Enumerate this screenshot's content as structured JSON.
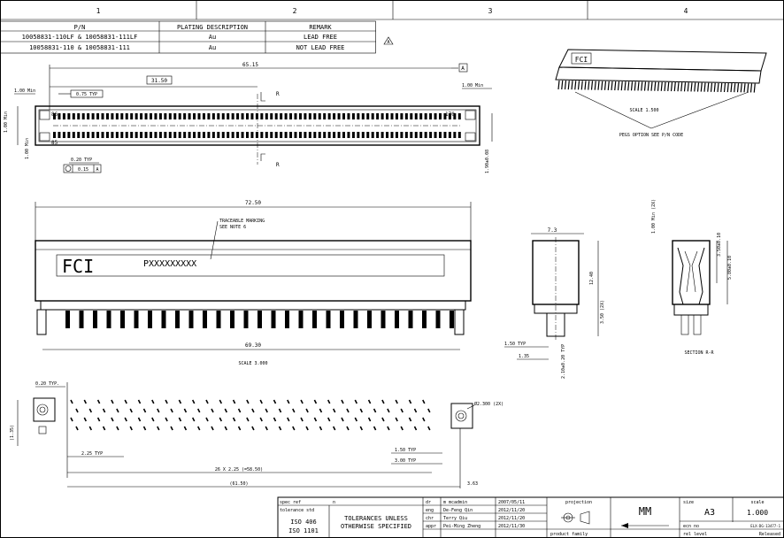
{
  "zones": [
    "1",
    "2",
    "3",
    "4"
  ],
  "pn_table": {
    "headers": [
      "P/N",
      "PLATING DESCRIPTION",
      "REMARK"
    ],
    "rows": [
      [
        "10058831-110LF & 10058831-111LF",
        "Au",
        "LEAD FREE"
      ],
      [
        "10058831-110 & 10058831-111",
        "Au",
        "NOT LEAD FREE"
      ]
    ],
    "revision_mark": "A"
  },
  "top_view": {
    "dim_overall": "65.15",
    "dim_center": "31.50",
    "dim_min_left": "1.00 Min",
    "dim_min_right": "1.00 Min",
    "dim_typ": "0.75 TYP",
    "callout_a": "A",
    "pin_86": "86",
    "pin_85": "85",
    "pin_170": "170",
    "dim_left_v1": "1.00 Min",
    "dim_left_v2": "1.00 Min",
    "dim_020": "0.20 TYP",
    "tolerance_frame": "0.15",
    "tolerance_ref": "A",
    "section_r1": "R",
    "section_r2": "R",
    "dim_right_v": "1.90±0.08"
  },
  "iso_view": {
    "scale": "SCALE  1.500",
    "note": "PEGS OPTION SEE P/N CODE",
    "logo": "FCI"
  },
  "front_view": {
    "dim_top": "72.50",
    "marking_note_1": "TRACEABLE MARKING",
    "marking_note_2": "SEE NOTE 6",
    "logo": "FCI",
    "marking_text": "PXXXXXXXXX",
    "dim_bottom": "69.30",
    "scale": "SCALE  3.000"
  },
  "side_view": {
    "dim_width": "7.3",
    "dim_height": "12.40",
    "dim_peg": "3.50 (2X)",
    "dim_150": "1.50 TYP",
    "dim_135": "1.35",
    "dim_210": "2.10±0.20 TYP"
  },
  "section_view": {
    "dim_top": "1.00 Min (2X)",
    "dim_a": "3.50±0.10",
    "dim_b": "5.80±0.10",
    "label": "SECTION  R-R"
  },
  "footprint": {
    "dim_020": "0.20 TYP.",
    "dim_135": "(1.35)",
    "dim_225": "2.25 TYP",
    "dim_150": "1.50 TYP",
    "dim_300": "3.00 TYP",
    "dim_hole": "Ø2.300 (2X)",
    "dim_pitch": "26 X 2.25 (=58.50)",
    "dim_total": "(61.50)",
    "dim_363": "3.63"
  },
  "title_block": {
    "spec_ref_label": "spec ref",
    "spec_ref_value": "n",
    "tol_std_label": "tolerance std",
    "iso1": "ISO 406",
    "iso2": "ISO 1101",
    "tol_text_1": "TOLERANCES UNLESS",
    "tol_text_2": "OTHERWISE SPECIFIED",
    "sign": [
      {
        "role": "dr",
        "name": "m mcadmin",
        "date": "2007/05/11"
      },
      {
        "role": "eng",
        "name": "De-Feng Qin",
        "date": "2012/11/20"
      },
      {
        "role": "chr",
        "name": "Terry Qiu",
        "date": "2012/11/20"
      },
      {
        "role": "appr",
        "name": "Pei-Ming Zheng",
        "date": "2012/11/30"
      }
    ],
    "projection_label": "projection",
    "product_family_label": "product family",
    "units": "MM",
    "size_label": "size",
    "size_value": "A3",
    "scale_label": "scale",
    "scale_value": "1.000",
    "ecn_label": "ecn no",
    "ecn_value": "ELX-DG-13477-1",
    "rel_label": "rel level",
    "rel_value": "Released"
  }
}
